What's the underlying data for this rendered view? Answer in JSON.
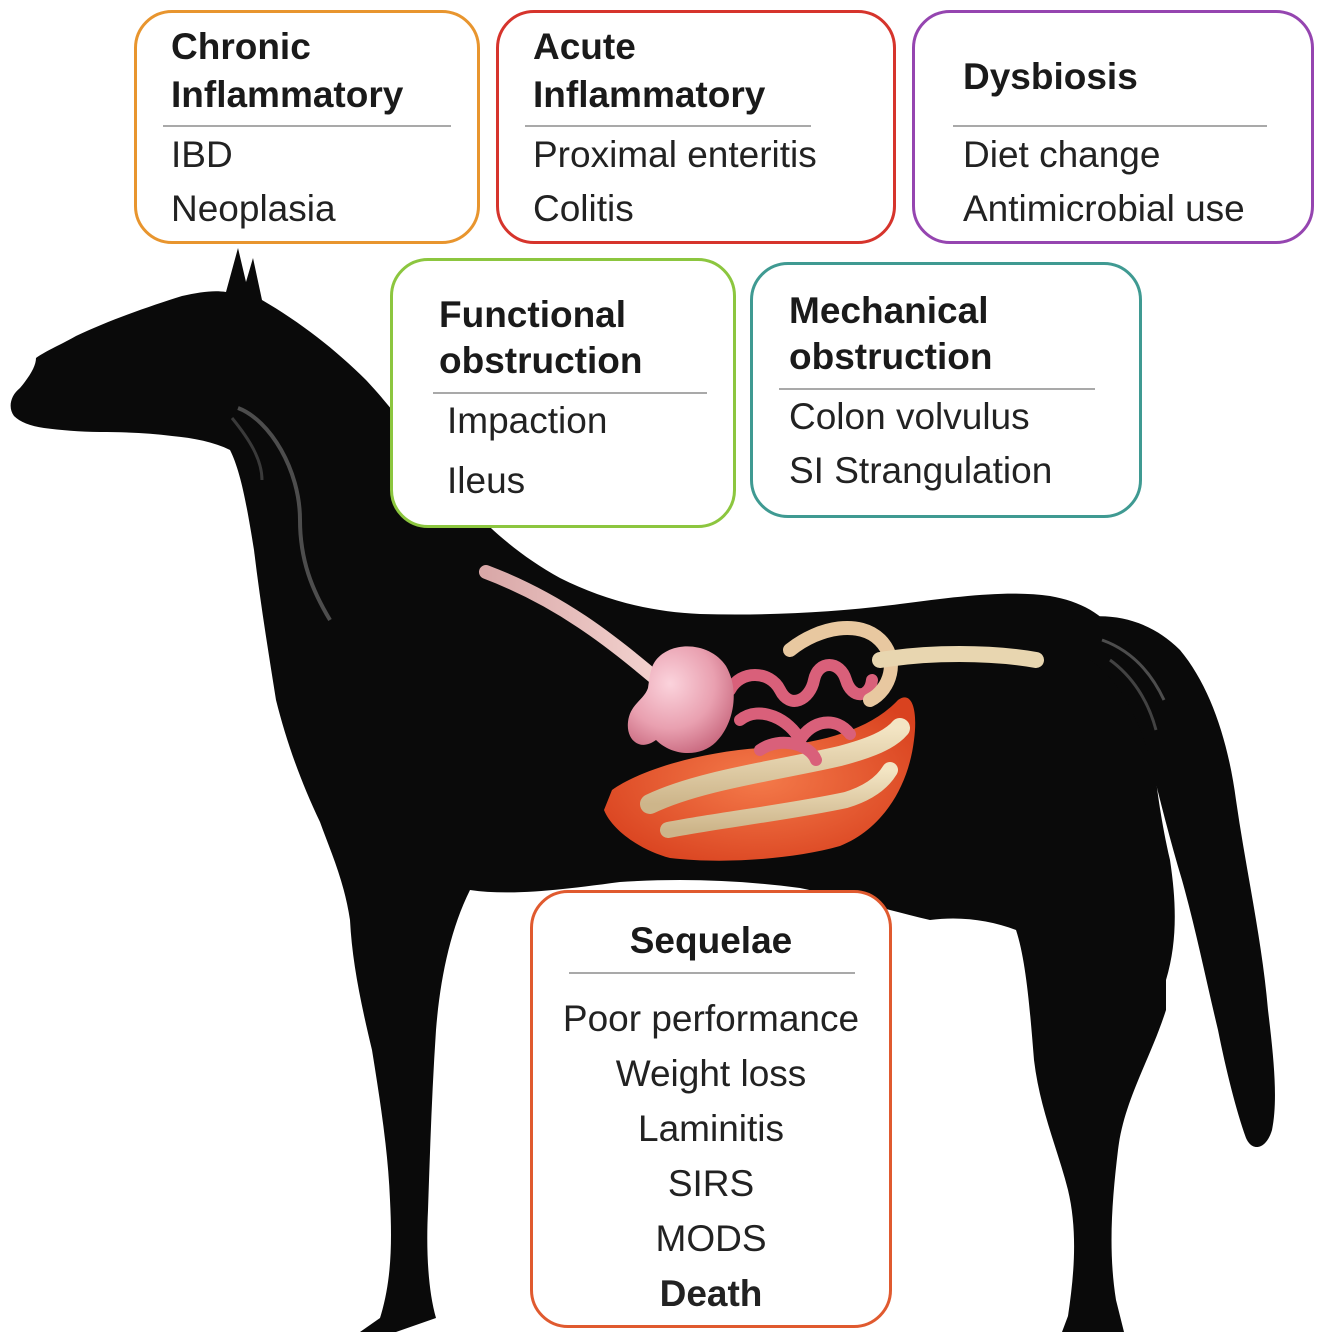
{
  "boxes": {
    "chronic": {
      "title_line1": "Chronic",
      "title_line2": "Inflammatory",
      "items": [
        "IBD",
        "Neoplasia"
      ],
      "color": "#e8952e"
    },
    "acute": {
      "title_line1": "Acute",
      "title_line2": "Inflammatory",
      "items": [
        "Proximal enteritis",
        "Colitis"
      ],
      "color": "#d6342c"
    },
    "dysbiosis": {
      "title": "Dysbiosis",
      "items": [
        "Diet change",
        "Antimicrobial use"
      ],
      "color": "#9545b0"
    },
    "functional": {
      "title_line1": "Functional",
      "title_line2": "obstruction",
      "items": [
        "Impaction",
        "Ileus"
      ],
      "color": "#8cc63f"
    },
    "mechanical": {
      "title_line1": "Mechanical",
      "title_line2": "obstruction",
      "items": [
        "Colon volvulus",
        "SI Strangulation"
      ],
      "color": "#3f9a92"
    },
    "sequelae": {
      "title": "Sequelae",
      "items": [
        "Poor performance",
        "Weight loss",
        "Laminitis",
        "SIRS",
        "MODS",
        "Death"
      ],
      "color": "#e05a2f"
    }
  },
  "illustration": {
    "silhouette_color": "#0a0a0a",
    "organ_colors": [
      "#e9a9b6",
      "#d9607a",
      "#ea5a2e",
      "#e8d6b0"
    ]
  }
}
